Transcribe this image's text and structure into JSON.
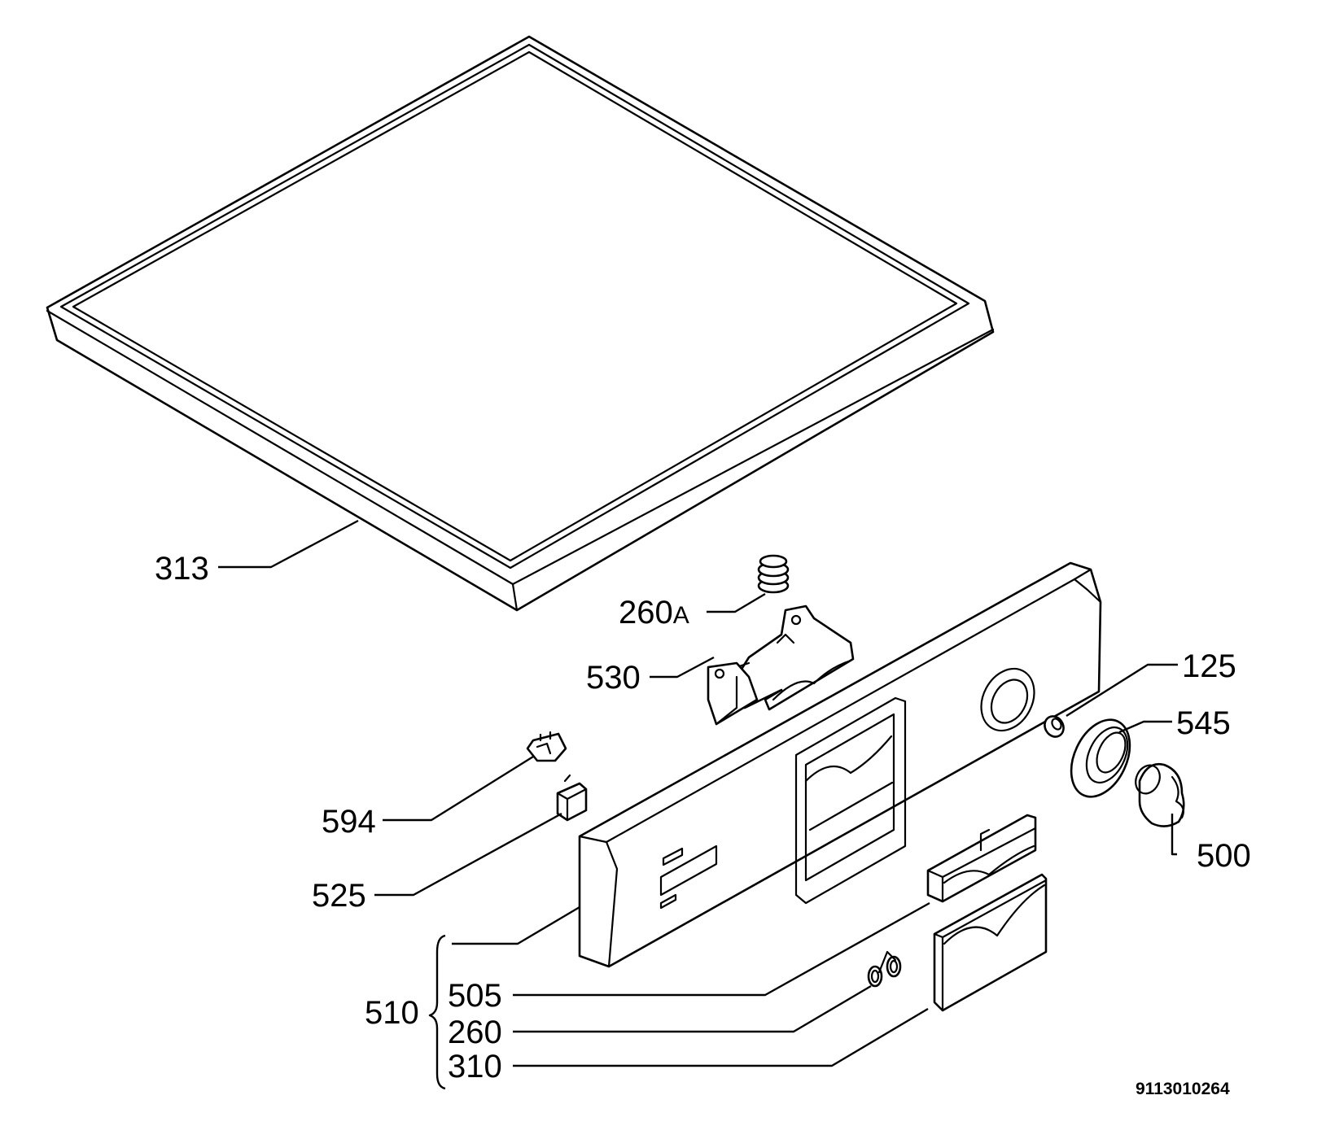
{
  "diagram": {
    "drawing_number": "9113010264",
    "callouts": {
      "c313": "313",
      "c260a_num": "260",
      "c260a_suffix": "A",
      "c530": "530",
      "c125": "125",
      "c545": "545",
      "c500": "500",
      "c594": "594",
      "c525": "525",
      "c510": "510",
      "c505": "505",
      "c260": "260",
      "c310": "310"
    },
    "colors": {
      "line": "#000000",
      "background": "#ffffff"
    }
  }
}
